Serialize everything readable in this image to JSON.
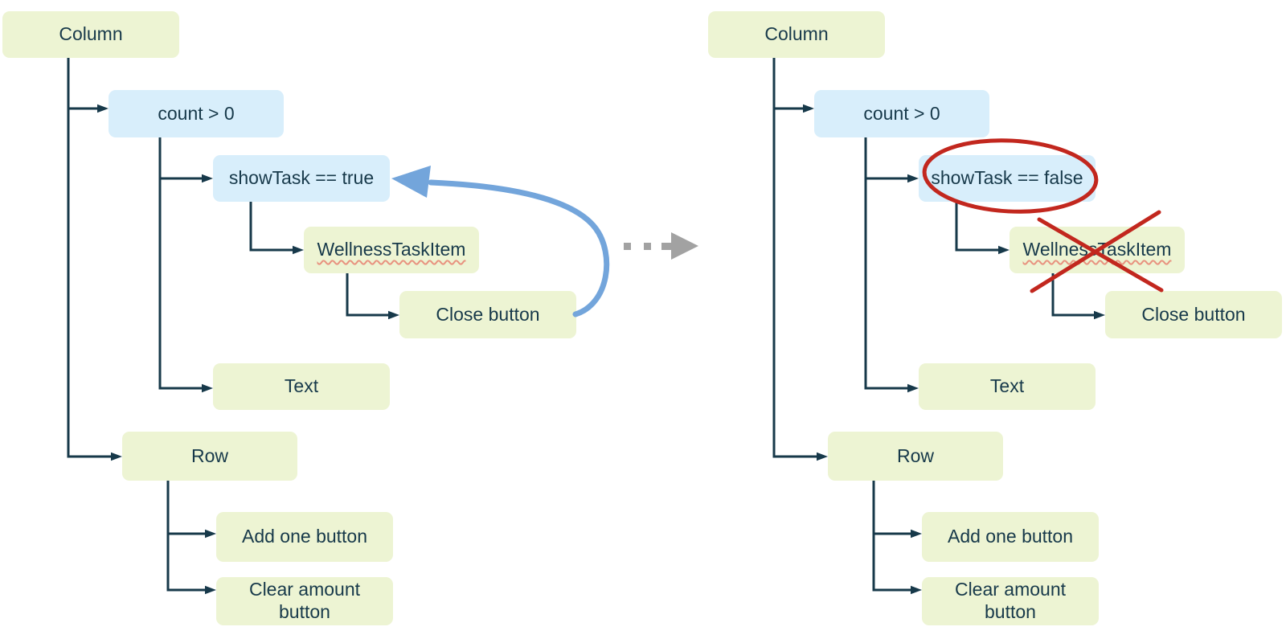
{
  "left_tree": {
    "column": "Column",
    "count_condition": "count > 0",
    "show_task_condition": "showTask == true",
    "wellness_task_item": "WellnessTaskItem",
    "close_button": "Close button",
    "text": "Text",
    "row": "Row",
    "add_one_button": "Add one button",
    "clear_amount_button": "Clear amount button"
  },
  "right_tree": {
    "column": "Column",
    "count_condition": "count > 0",
    "show_task_condition": "showTask == false",
    "wellness_task_item": "WellnessTaskItem",
    "close_button": "Close button",
    "text": "Text",
    "row": "Row",
    "add_one_button": "Add one button",
    "clear_amount_button": "Clear amount button"
  },
  "icons": {
    "transition_arrow": "gray-dashed-right-arrow",
    "recompose_loop_arrow": "blue-curved-left-arrow",
    "circle_annotation": "red-ellipse-outline",
    "cross_annotation": "red-x-strikethrough",
    "spellcheck_underline": "red-wavy-underline"
  },
  "colors": {
    "node_green": "#edf4d3",
    "node_blue": "#d8eefb",
    "text": "#17394a",
    "connector": "#17394a",
    "recompose_arrow": "#73a5db",
    "transition_arrow": "#a2a2a2",
    "annotation_red": "#c2271e",
    "spellcheck_underline": "#e8927f"
  }
}
